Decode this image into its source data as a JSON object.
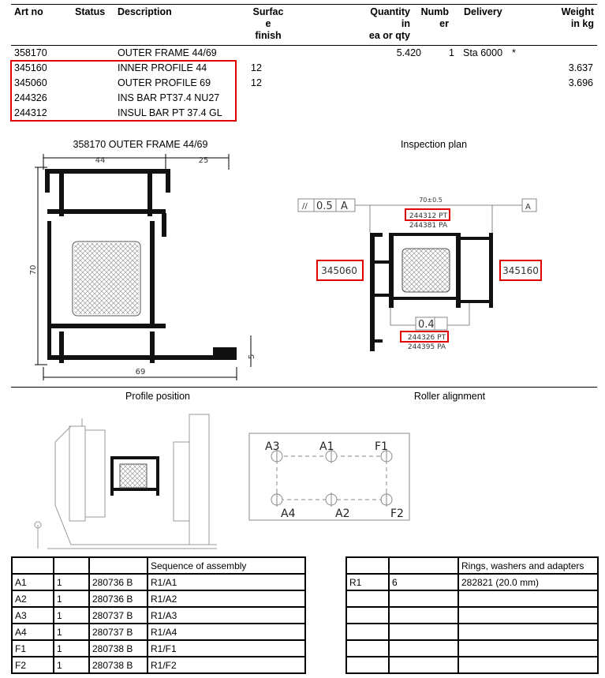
{
  "header": {
    "art_no": "Art no",
    "status": "Status",
    "description": "Description",
    "surface": [
      "Surfac",
      "e",
      "finish"
    ],
    "quantity": [
      "Quantity",
      "in",
      "ea or qty"
    ],
    "number": [
      "Numb",
      "er"
    ],
    "delivery": "Delivery",
    "weight": [
      "Weight",
      "in kg"
    ]
  },
  "rows": [
    {
      "art": "358170",
      "desc": "OUTER FRAME 44/69",
      "surface": "",
      "qty": "5.420",
      "num": "1",
      "delivery": "Sta 6000",
      "flag": "*",
      "weight": ""
    },
    {
      "art": "345160",
      "desc": "INNER PROFILE 44",
      "surface": "12",
      "qty": "",
      "num": "",
      "delivery": "",
      "flag": "",
      "weight": "3.637"
    },
    {
      "art": "345060",
      "desc": "OUTER PROFILE 69",
      "surface": "12",
      "qty": "",
      "num": "",
      "delivery": "",
      "flag": "",
      "weight": "3.696"
    },
    {
      "art": "244326",
      "desc": "INS BAR PT37.4 NU27",
      "surface": "",
      "qty": "",
      "num": "",
      "delivery": "",
      "flag": "",
      "weight": ""
    },
    {
      "art": "244312",
      "desc": "INSUL BAR PT 37.4 GL",
      "surface": "",
      "qty": "",
      "num": "",
      "delivery": "",
      "flag": "",
      "weight": ""
    }
  ],
  "drawing": {
    "title": "358170 OUTER FRAME 44/69",
    "dim_44": "44",
    "dim_25": "25",
    "dim_70": "70",
    "dim_69": "69",
    "dim_5": "5"
  },
  "inspection": {
    "title": "Inspection plan",
    "tol_symbol": "//",
    "tol_value": "0.5",
    "datum": "A",
    "dim": "70±0.5",
    "top_pt": "244312 PT",
    "top_pa": "244381 PA",
    "left": "345060",
    "right": "345160",
    "flat_value": "0.4",
    "bot_pt": "244326 PT",
    "bot_pa": "244395 PA",
    "datum_ref": "A"
  },
  "profile_position": {
    "title": "Profile position"
  },
  "roller": {
    "title": "Roller alignment",
    "labels": [
      "A3",
      "A1",
      "F1",
      "A4",
      "A2",
      "F2"
    ]
  },
  "assembly": {
    "header": "Sequence of assembly",
    "rows": [
      [
        "A1",
        "1",
        "280736 B",
        "R1/A1"
      ],
      [
        "A2",
        "1",
        "280736 B",
        "R1/A2"
      ],
      [
        "A3",
        "1",
        "280737 B",
        "R1/A3"
      ],
      [
        "A4",
        "1",
        "280737 B",
        "R1/A4"
      ],
      [
        "F1",
        "1",
        "280738 B",
        "R1/F1"
      ],
      [
        "F2",
        "1",
        "280738 B",
        "R1/F2"
      ]
    ]
  },
  "rings": {
    "header": "Rings, washers and adapters",
    "rows": [
      [
        "R1",
        "6",
        "282821   (20.0 mm)"
      ],
      [
        "",
        "",
        ""
      ],
      [
        "",
        "",
        ""
      ],
      [
        "",
        "",
        ""
      ],
      [
        "",
        "",
        ""
      ],
      [
        "",
        "",
        ""
      ]
    ]
  },
  "colors": {
    "highlight": "#e00000"
  }
}
